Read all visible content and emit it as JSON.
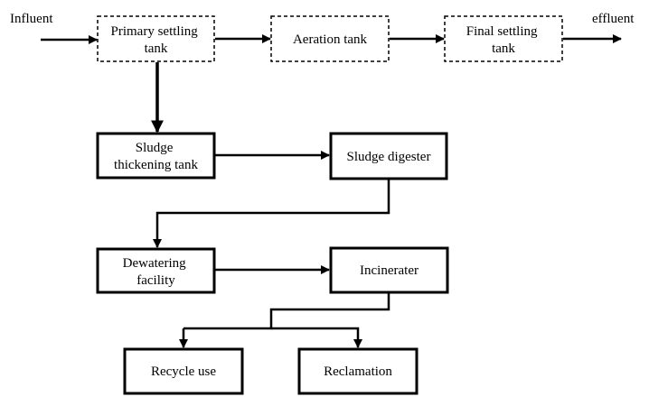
{
  "labels": {
    "influent": "Influent",
    "effluent": "effluent"
  },
  "nodes": {
    "primary_settling_tank": [
      "Primary settling",
      "tank"
    ],
    "aeration_tank": [
      "Aeration tank"
    ],
    "final_settling_tank": [
      "Final settling",
      "tank"
    ],
    "sludge_thickening_tank": [
      "Sludge",
      "thickening tank"
    ],
    "sludge_digester": [
      "Sludge digester"
    ],
    "dewatering_facility": [
      "Dewatering",
      "facility"
    ],
    "incinerater": [
      "Incinerater"
    ],
    "recycle_use": [
      "Recycle use"
    ],
    "reclamation": [
      "Reclamation"
    ]
  },
  "colors": {
    "line": "#000000",
    "background": "#ffffff"
  }
}
